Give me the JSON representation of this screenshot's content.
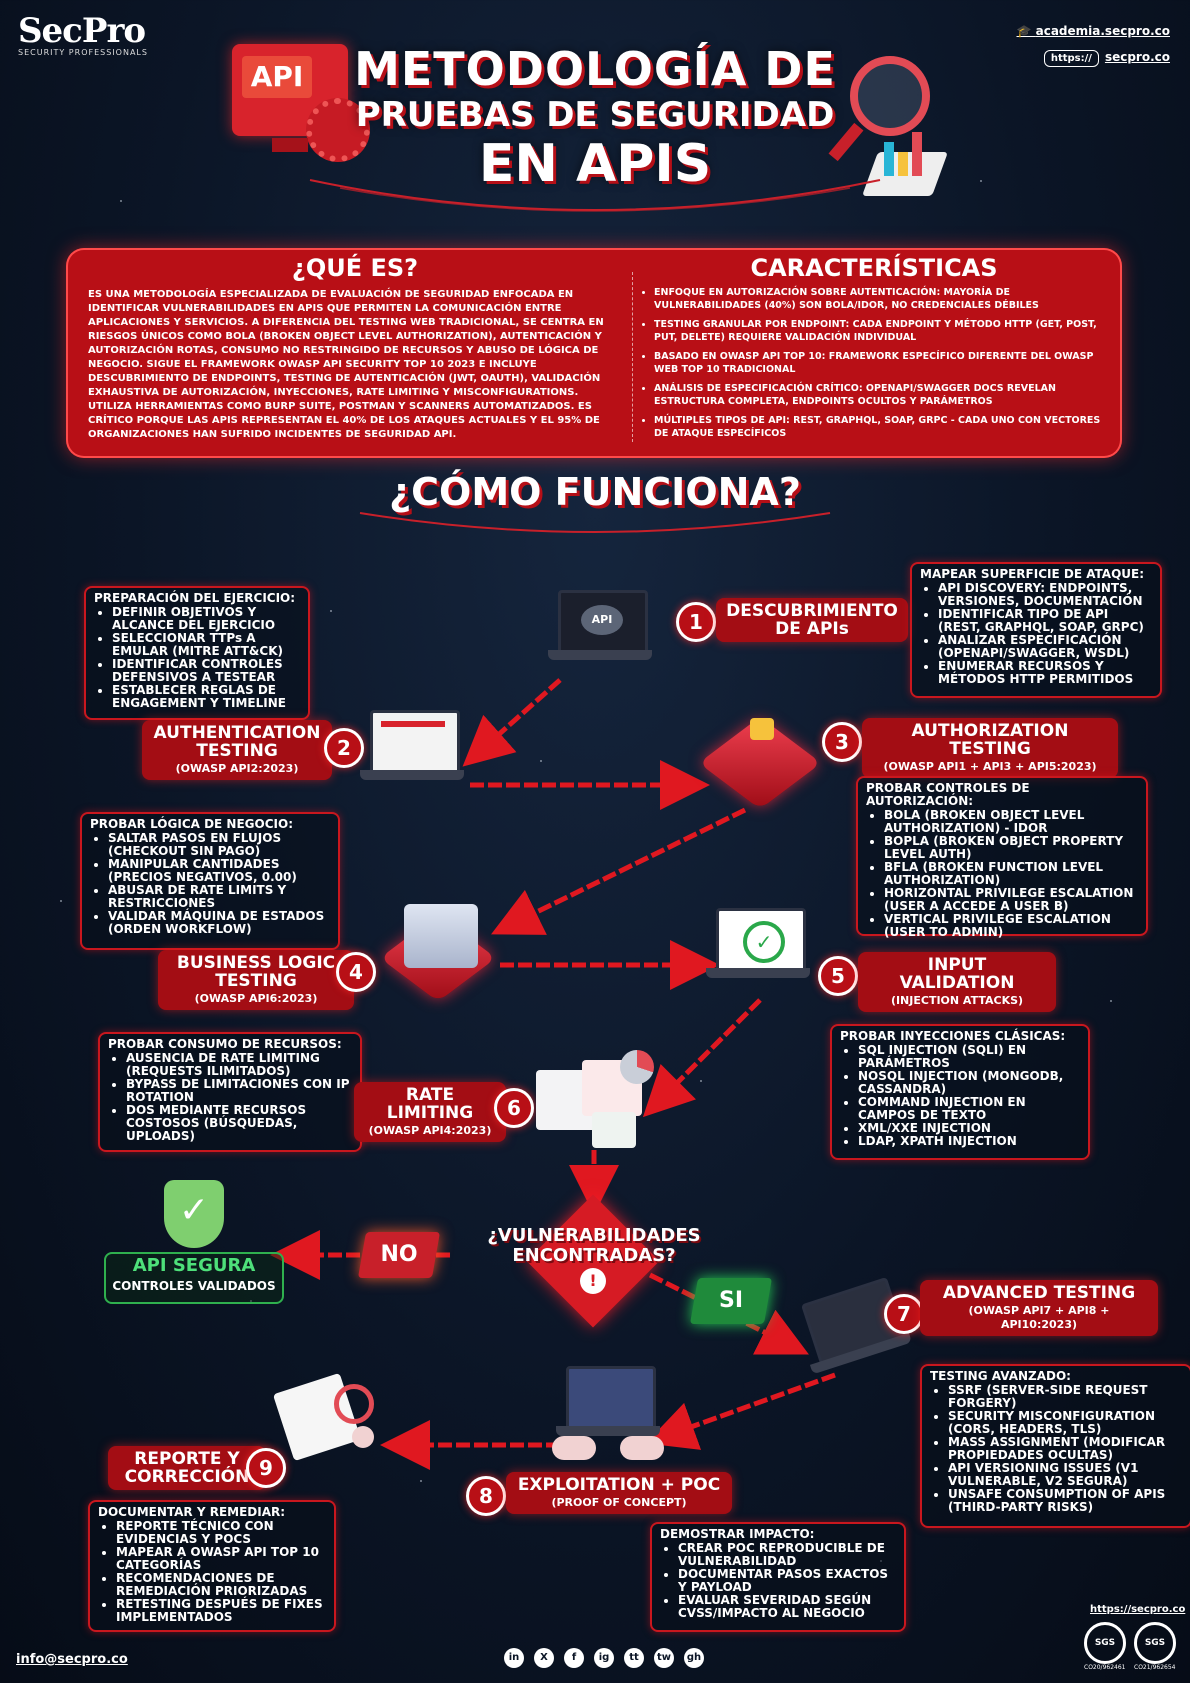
{
  "header": {
    "logo": "SecPro",
    "logo_sub": "SECURITY PROFESSIONALS",
    "academia_link": "academia.secpro.co",
    "url_box": "https://",
    "site_link": "secpro.co",
    "title_line1": "METODOLOGÍA DE",
    "title_line2": "PRUEBAS DE SEGURIDAD",
    "title_line3": "EN APIS",
    "api_badge": "API"
  },
  "intro": {
    "que_es_title": "¿QUÉ ES?",
    "que_es_text": "Es una metodología especializada de evaluación de seguridad enfocada en identificar vulnerabilidades en APIs que permiten la comunicación entre aplicaciones y servicios. A diferencia del testing web tradicional, se centra en riesgos únicos como BOLA (Broken Object Level Authorization), autenticación y autorización rotas, consumo no restringido de recursos y abuso de lógica de negocio. Sigue el framework OWASP API Security Top 10 2023 e incluye descubrimiento de endpoints, testing de autenticación (JWT, OAuth), validación exhaustiva de autorización, inyecciones, rate limiting y misconfigurations. Utiliza herramientas como Burp Suite, Postman y scanners automatizados. Es crítico porque las APIs representan el 40% de los ataques actuales y el 95% de organizaciones han sufrido incidentes de seguridad API.",
    "caracteristicas_title": "CARACTERÍSTICAS",
    "caracteristicas": [
      "Enfoque en autorización sobre autenticación: mayoría de vulnerabilidades (40%) son BOLA/IDOR, no credenciales débiles",
      "Testing granular por endpoint: cada endpoint y método HTTP (GET, POST, PUT, DELETE) requiere validación individual",
      "Basado en OWASP API Top 10: framework específico diferente del OWASP Web Top 10 tradicional",
      "Análisis de especificación crítico: OpenAPI/Swagger docs revelan estructura completa, endpoints ocultos y parámetros",
      "Múltiples tipos de API: REST, GraphQL, SOAP, gRPC - cada uno con vectores de ataque específicos"
    ]
  },
  "how_title": "¿CÓMO FUNCIONA?",
  "prep": {
    "title": "PREPARACIÓN DEL EJERCICIO:",
    "items": [
      "DEFINIR OBJETIVOS Y ALCANCE DEL EJERCICIO",
      "SELECCIONAR TTPs A EMULAR (MITRE ATT&CK)",
      "IDENTIFICAR CONTROLES DEFENSIVOS A TESTEAR",
      "ESTABLECER REGLAS DE ENGAGEMENT Y TIMELINE"
    ]
  },
  "steps": [
    {
      "num": "1",
      "title": "DESCUBRIMIENTO DE APIs",
      "sub": ""
    },
    {
      "num": "2",
      "title": "AUTHENTICATION TESTING",
      "sub": "(OWASP API2:2023)"
    },
    {
      "num": "3",
      "title": "AUTHORIZATION TESTING",
      "sub": "(OWASP API1 + API3 + API5:2023)"
    },
    {
      "num": "4",
      "title": "BUSINESS LOGIC TESTING",
      "sub": "(OWASP API6:2023)"
    },
    {
      "num": "5",
      "title": "INPUT VALIDATION",
      "sub": "(INJECTION ATTACKS)"
    },
    {
      "num": "6",
      "title": "RATE LIMITING",
      "sub": "(OWASP API4:2023)"
    },
    {
      "num": "7",
      "title": "ADVANCED TESTING",
      "sub": "(OWASP API7 + API8 + API10:2023)"
    },
    {
      "num": "8",
      "title": "EXPLOITATION + POC",
      "sub": "(PROOF OF CONCEPT)"
    },
    {
      "num": "9",
      "title": "REPORTE Y CORRECCIÓN",
      "sub": ""
    }
  ],
  "boxes": {
    "b1": {
      "title": "MAPEAR SUPERFICIE DE ATAQUE:",
      "items": [
        "API DISCOVERY: ENDPOINTS, VERSIONES, DOCUMENTACIÓN",
        "IDENTIFICAR TIPO DE API (REST, GRAPHQL, SOAP, GRPC)",
        "ANALIZAR ESPECIFICACIÓN (OPENAPI/SWAGGER, WSDL)",
        "ENUMERAR RECURSOS Y MÉTODOS HTTP PERMITIDOS"
      ]
    },
    "b3": {
      "title": "PROBAR CONTROLES DE AUTORIZACIÓN:",
      "items": [
        "BOLA (BROKEN OBJECT LEVEL AUTHORIZATION) - IDOR",
        "BOPLA (BROKEN OBJECT PROPERTY LEVEL AUTH)",
        "BFLA (BROKEN FUNCTION LEVEL AUTHORIZATION)",
        "HORIZONTAL PRIVILEGE ESCALATION (USER A ACCEDE A USER B)",
        "VERTICAL PRIVILEGE ESCALATION (USER TO ADMIN)"
      ]
    },
    "b4": {
      "title": "PROBAR LÓGICA DE NEGOCIO:",
      "items": [
        "SALTAR PASOS EN FLUJOS (CHECKOUT SIN PAGO)",
        "MANIPULAR CANTIDADES (PRECIOS NEGATIVOS, 0.00)",
        "ABUSAR DE RATE LIMITS Y RESTRICCIONES",
        "VALIDAR MÁQUINA DE ESTADOS (ORDEN WORKFLOW)"
      ]
    },
    "b5": {
      "title": "PROBAR INYECCIONES CLÁSICAS:",
      "items": [
        "SQL INJECTION (SQLI) EN PARÁMETROS",
        "NOSQL INJECTION (MONGODB, CASSANDRA)",
        "COMMAND INJECTION EN CAMPOS DE TEXTO",
        "XML/XXE INJECTION",
        "LDAP, XPATH INJECTION"
      ]
    },
    "b6": {
      "title": "PROBAR CONSUMO DE RECURSOS:",
      "items": [
        "AUSENCIA DE RATE LIMITING (REQUESTS ILIMITADOS)",
        "BYPASS DE LIMITACIONES CON IP ROTATION",
        "DOS MEDIANTE RECURSOS COSTOSOS (BÚSQUEDAS, UPLOADS)"
      ]
    },
    "b7": {
      "title": "TESTING AVANZADO:",
      "items": [
        "SSRF (SERVER-SIDE REQUEST FORGERY)",
        "SECURITY MISCONFIGURATION (CORS, HEADERS, TLS)",
        "MASS ASSIGNMENT (MODIFICAR PROPIEDADES OCULTAS)",
        "API VERSIONING ISSUES (V1 VULNERABLE, V2 SEGURA)",
        "UNSAFE CONSUMPTION OF APIS (THIRD-PARTY RISKS)"
      ]
    },
    "b8": {
      "title": "DEMOSTRAR IMPACTO:",
      "items": [
        "CREAR POC REPRODUCIBLE DE VULNERABILIDAD",
        "DOCUMENTAR PASOS EXACTOS Y PAYLOAD",
        "EVALUAR SEVERIDAD SEGÚN CVSS/IMPACTO AL NEGOCIO"
      ]
    },
    "b9": {
      "title": "DOCUMENTAR Y REMEDIAR:",
      "items": [
        "REPORTE TÉCNICO CON EVIDENCIAS Y POCS",
        "MAPEAR A OWASP API TOP 10 CATEGORÍAS",
        "RECOMENDACIONES DE REMEDIACIÓN PRIORIZADAS",
        "RETESTING DESPUÉS DE FIXES IMPLEMENTADOS"
      ]
    }
  },
  "decision": {
    "question": "¿VULNERABILIDADES ENCONTRADAS?",
    "no": "NO",
    "si": "SI",
    "secure_title": "API SEGURA",
    "secure_sub": "CONTROLES VALIDADOS"
  },
  "footer": {
    "email": "info@secpro.co",
    "site": "https://secpro.co",
    "cert1": "CO20/962461",
    "cert2": "CO21/962654",
    "cert_label": "SGS",
    "social": [
      "in",
      "X",
      "f",
      "ig",
      "tt",
      "tw",
      "gh"
    ]
  },
  "colors": {
    "accent": "#b80f16",
    "background": "#0b1526",
    "secure": "#1f8a3b"
  }
}
